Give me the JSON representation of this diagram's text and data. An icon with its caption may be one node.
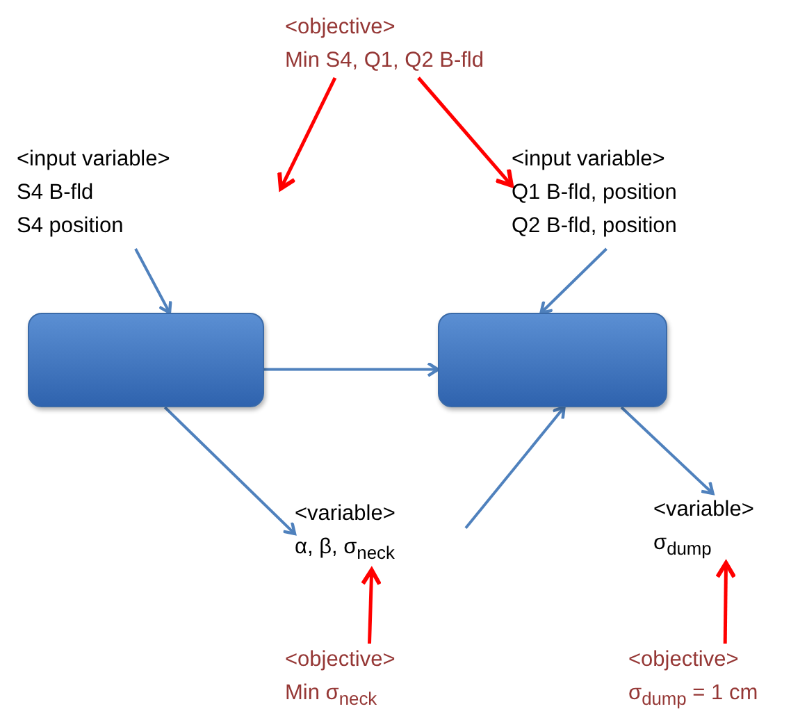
{
  "diagram": {
    "nodes": [
      {
        "text": [
          "<objective>",
          "Min S4, Q1, Q2 B-fld"
        ]
      },
      {
        "text": [
          "<input variable>",
          "S4 B-fld",
          "S4 position"
        ]
      },
      {
        "text": [
          "<input variable>",
          "Q1 B-fld, position",
          "Q2 B-fld, position"
        ]
      },
      {
        "text": [],
        "shape": "box"
      },
      {
        "text": [],
        "shape": "box"
      },
      {
        "text": [
          "<variable>",
          "α, β, σ$_{neck}$"
        ]
      },
      {
        "text": [
          "<variable>",
          "σ$_{dump}$"
        ]
      },
      {
        "text": [
          "<objective>",
          "Min σ$_{neck}$"
        ]
      },
      {
        "text": [
          "<objective>",
          "σ$_{dump}$ = 1 cm"
        ]
      }
    ],
    "edges": [
      {
        "from": 0,
        "to": 1,
        "arrow": "to",
        "color": "#ff0000"
      },
      {
        "from": 0,
        "to": 2,
        "arrow": "to",
        "color": "#ff0000"
      },
      {
        "from": 1,
        "to": 3,
        "arrow": "to"
      },
      {
        "from": 2,
        "to": 4,
        "arrow": "to"
      },
      {
        "from": 3,
        "to": 4,
        "arrow": "to"
      },
      {
        "from": 3,
        "to": 5,
        "arrow": "to"
      },
      {
        "from": 5,
        "to": 4,
        "arrow": "to"
      },
      {
        "from": 4,
        "to": 6,
        "arrow": "to"
      },
      {
        "from": 7,
        "to": 5,
        "arrow": "to",
        "color": "#ff0000"
      },
      {
        "from": 8,
        "to": 6,
        "arrow": "to",
        "color": "#ff0000"
      }
    ]
  }
}
